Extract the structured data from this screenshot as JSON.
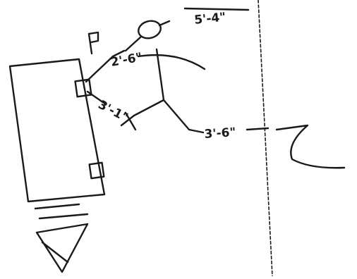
{
  "sketch": {
    "labels": {
      "top_right": "5'-4\"",
      "left_upper": "2'-6\"",
      "left_middle": "3'-1\"",
      "middle_right": "3'-6\""
    },
    "ink_color": "#1a1a1a",
    "paper_color": "#ffffff"
  }
}
